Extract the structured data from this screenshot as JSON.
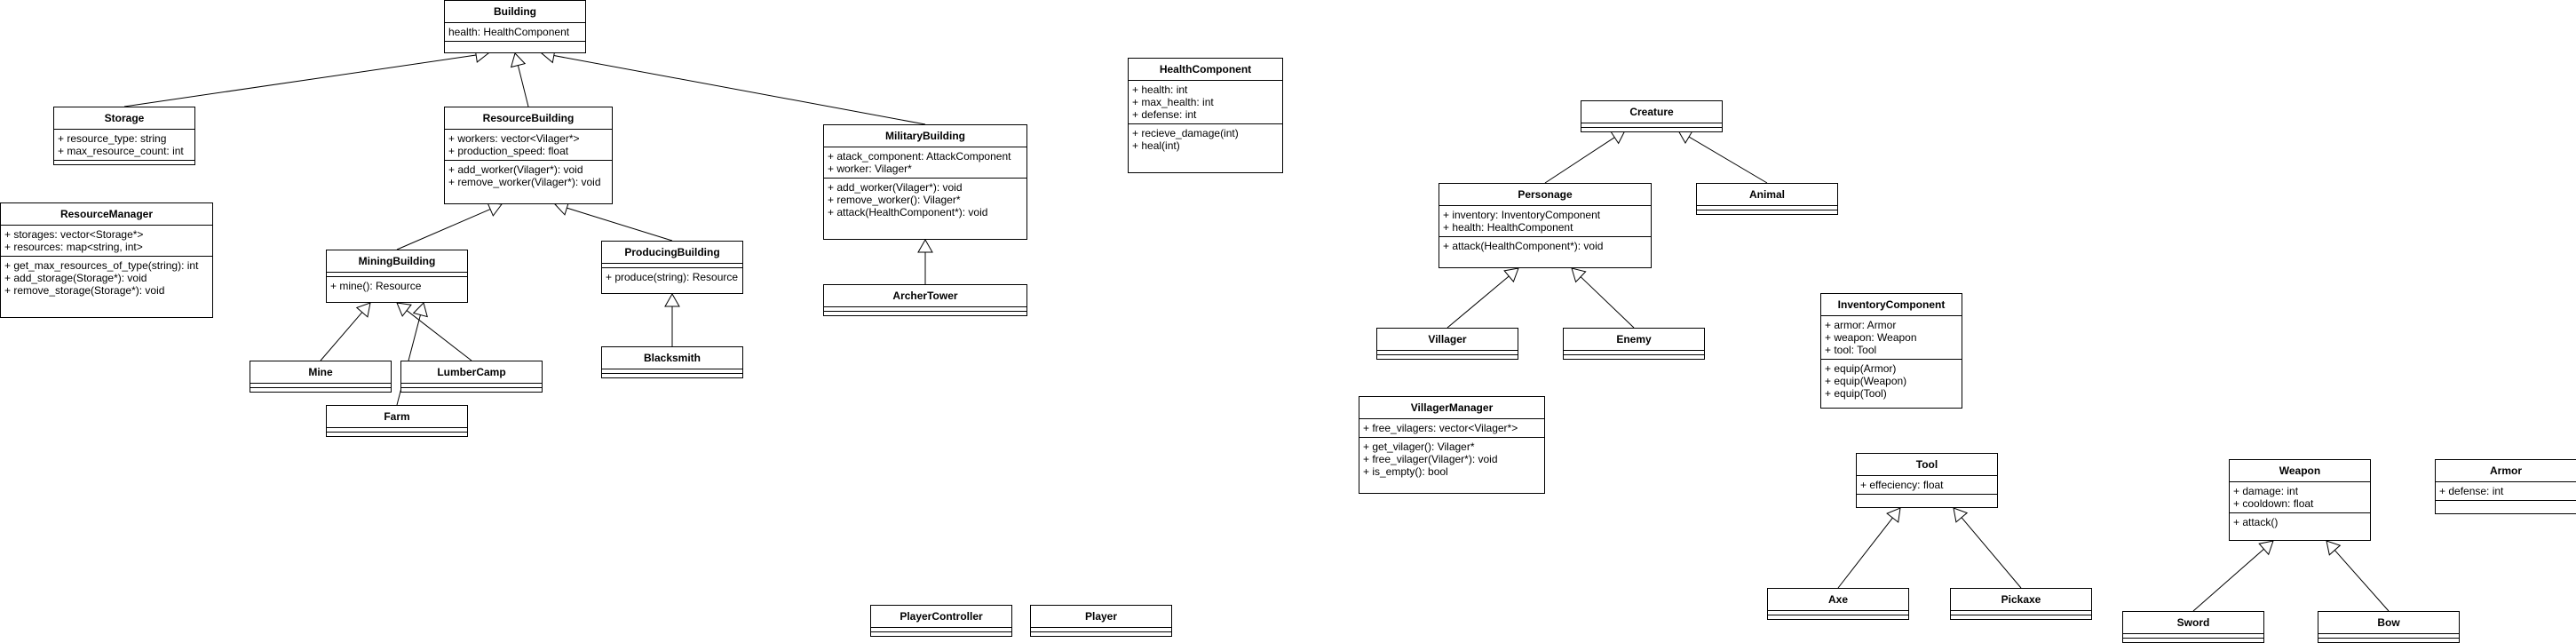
{
  "classes": {
    "building": {
      "name": "Building",
      "attributes": [
        "health: HealthComponent"
      ],
      "methods": []
    },
    "storage": {
      "name": "Storage",
      "attributes": [
        "+ resource_type: string",
        "+ max_resource_count: int"
      ],
      "methods": []
    },
    "resource_building": {
      "name": "ResourceBuilding",
      "attributes": [
        "+ workers: vector<Vilager*>",
        "+ production_speed: float"
      ],
      "methods": [
        "+ add_worker(Vilager*): void",
        "+ remove_worker(Vilager*): void"
      ]
    },
    "military_building": {
      "name": "MilitaryBuilding",
      "attributes": [
        "+ atack_component: AttackComponent",
        "+ worker: Vilager*"
      ],
      "methods": [
        "+ add_worker(Vilager*): void",
        "+ remove_worker(): Vilager*",
        "+ attack(HealthComponent*): void"
      ]
    },
    "resource_manager": {
      "name": "ResourceManager",
      "attributes": [
        "+ storages: vector<Storage*>",
        "+ resources: map<string, int>"
      ],
      "methods": [
        "+ get_max_resources_of_type(string): int",
        "+ add_storage(Storage*): void",
        "+ remove_storage(Storage*): void"
      ]
    },
    "mining_building": {
      "name": "MiningBuilding",
      "attributes": [],
      "methods": [
        "+ mine(): Resource"
      ]
    },
    "producing_building": {
      "name": "ProducingBuilding",
      "attributes": [],
      "methods": [
        "+ produce(string): Resource"
      ]
    },
    "mine": {
      "name": "Mine",
      "attributes": [],
      "methods": []
    },
    "lumber_camp": {
      "name": "LumberCamp",
      "attributes": [],
      "methods": []
    },
    "farm": {
      "name": "Farm",
      "attributes": [],
      "methods": []
    },
    "blacksmith": {
      "name": "Blacksmith",
      "attributes": [],
      "methods": []
    },
    "archer_tower": {
      "name": "ArcherTower",
      "attributes": [],
      "methods": []
    },
    "health_component": {
      "name": "HealthComponent",
      "attributes": [
        "+ health: int",
        "+ max_health: int",
        "+ defense: int"
      ],
      "methods": [
        "+ recieve_damage(int)",
        "+ heal(int)"
      ]
    },
    "creature": {
      "name": "Creature",
      "attributes": [],
      "methods": []
    },
    "personage": {
      "name": "Personage",
      "attributes": [
        "+ inventory: InventoryComponent",
        "+ health: HealthComponent"
      ],
      "methods": [
        "+ attack(HealthComponent*): void"
      ]
    },
    "animal": {
      "name": "Animal",
      "attributes": [],
      "methods": []
    },
    "villager": {
      "name": "Villager",
      "attributes": [],
      "methods": []
    },
    "enemy": {
      "name": "Enemy",
      "attributes": [],
      "methods": []
    },
    "villager_manager": {
      "name": "VillagerManager",
      "attributes": [
        "+ free_vilagers: vector<Vilager*>"
      ],
      "methods": [
        "+ get_vilager(): Vilager*",
        "+ free_vilager(Vilager*): void",
        "+ is_empty(): bool"
      ]
    },
    "inventory_component": {
      "name": "InventoryComponent",
      "attributes": [
        "+ armor: Armor",
        "+ weapon: Weapon",
        "+ tool: Tool"
      ],
      "methods": [
        "+ equip(Armor)",
        "+ equip(Weapon)",
        "+ equip(Tool)"
      ]
    },
    "tool": {
      "name": "Tool",
      "attributes": [
        "+ effeciency: float"
      ],
      "methods": []
    },
    "axe": {
      "name": "Axe",
      "attributes": [],
      "methods": []
    },
    "pickaxe": {
      "name": "Pickaxe",
      "attributes": [],
      "methods": []
    },
    "weapon": {
      "name": "Weapon",
      "attributes": [
        "+ damage: int",
        "+ cooldown: float"
      ],
      "methods": [
        "+ attack()"
      ]
    },
    "armor": {
      "name": "Armor",
      "attributes": [
        "+ defense: int"
      ],
      "methods": []
    },
    "sword": {
      "name": "Sword",
      "attributes": [],
      "methods": []
    },
    "bow": {
      "name": "Bow",
      "attributes": [],
      "methods": []
    },
    "player_controller": {
      "name": "PlayerController",
      "attributes": [],
      "methods": []
    },
    "player": {
      "name": "Player",
      "attributes": [],
      "methods": []
    }
  },
  "relations": [
    {
      "type": "inheritance",
      "from": "storage",
      "to": "building"
    },
    {
      "type": "inheritance",
      "from": "resource_building",
      "to": "building"
    },
    {
      "type": "inheritance",
      "from": "military_building",
      "to": "building"
    },
    {
      "type": "inheritance",
      "from": "mining_building",
      "to": "resource_building"
    },
    {
      "type": "inheritance",
      "from": "producing_building",
      "to": "resource_building"
    },
    {
      "type": "inheritance",
      "from": "mine",
      "to": "mining_building"
    },
    {
      "type": "inheritance",
      "from": "lumber_camp",
      "to": "mining_building"
    },
    {
      "type": "inheritance",
      "from": "farm",
      "to": "mining_building"
    },
    {
      "type": "inheritance",
      "from": "blacksmith",
      "to": "producing_building"
    },
    {
      "type": "inheritance",
      "from": "archer_tower",
      "to": "military_building"
    },
    {
      "type": "inheritance",
      "from": "personage",
      "to": "creature"
    },
    {
      "type": "inheritance",
      "from": "animal",
      "to": "creature"
    },
    {
      "type": "inheritance",
      "from": "villager",
      "to": "personage"
    },
    {
      "type": "inheritance",
      "from": "enemy",
      "to": "personage"
    },
    {
      "type": "inheritance",
      "from": "axe",
      "to": "tool"
    },
    {
      "type": "inheritance",
      "from": "pickaxe",
      "to": "tool"
    },
    {
      "type": "inheritance",
      "from": "sword",
      "to": "weapon"
    },
    {
      "type": "inheritance",
      "from": "bow",
      "to": "weapon"
    }
  ]
}
